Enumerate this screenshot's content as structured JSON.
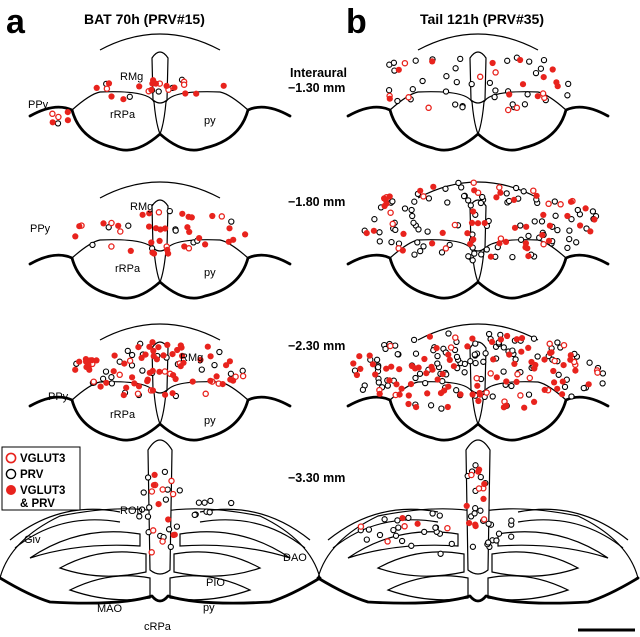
{
  "panels": [
    {
      "letter": "a",
      "title": "BAT 70h (PRV#15)"
    },
    {
      "letter": "b",
      "title": "Tail 121h (PRV#35)"
    }
  ],
  "levels": {
    "interaural_heading": "Interaural",
    "values": [
      "−1.30 mm",
      "−1.80 mm",
      "−2.30 mm",
      "−3.30 mm"
    ]
  },
  "regions": {
    "rmg": "RMg",
    "ppy": "PPy",
    "rrpa": "rRPa",
    "py": "py",
    "rob": "ROb",
    "giv": "Giv",
    "dao": "DAO",
    "pio": "PIO",
    "mao": "MAO",
    "crpa": "cRPa"
  },
  "legend": {
    "vglut3": "VGLUT3",
    "prv": "PRV",
    "both_line1": "VGLUT3",
    "both_line2": "& PRV"
  },
  "colors": {
    "vglut3": "#e8231d",
    "prv": "#000000",
    "both": "#e8231d",
    "outline": "#000000"
  }
}
